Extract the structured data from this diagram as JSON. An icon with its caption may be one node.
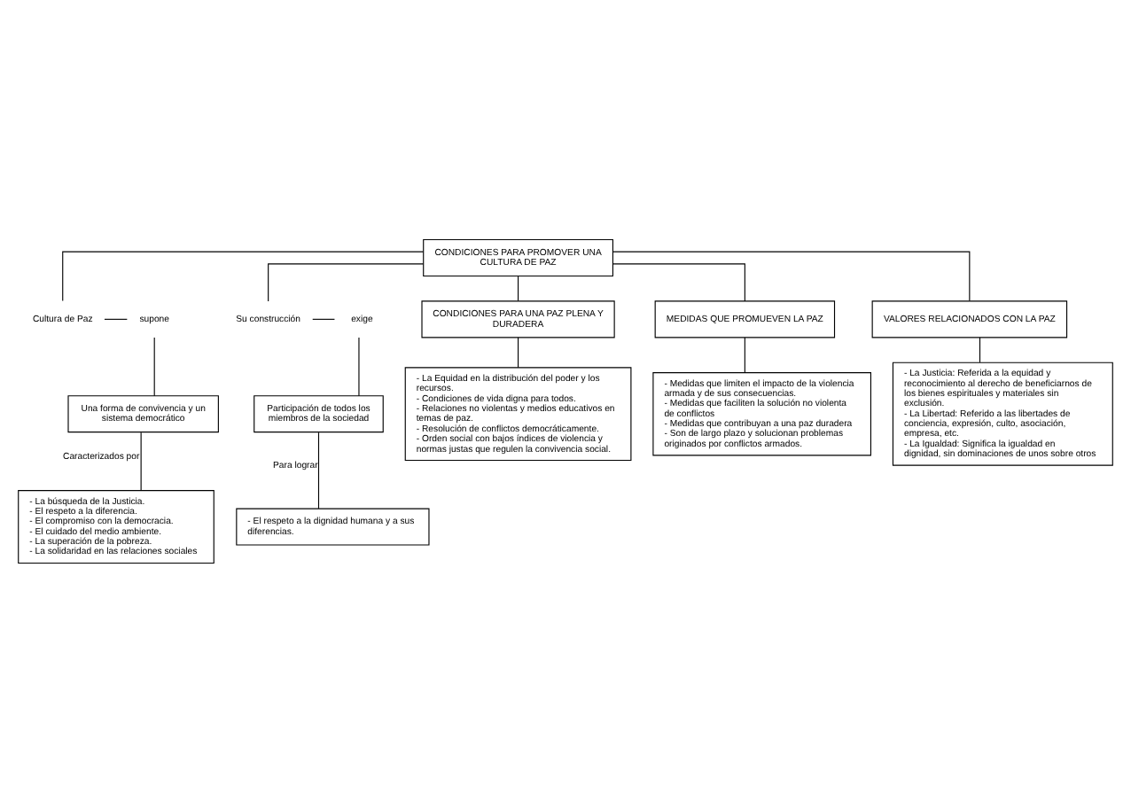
{
  "diagram": {
    "nodes": [
      {
        "text": [
          "CONDICIONES PARA PROMOVER UNA CULTURA DE PAZ"
        ]
      },
      {
        "text": [
          "Cultura de Paz"
        ]
      },
      {
        "text": [
          "supone"
        ]
      },
      {
        "text": [
          "Una forma de convivencia y un sistema democrático"
        ]
      },
      {
        "text": [
          "- La búsqueda de la Justicia.",
          "- El respeto a la diferencia.",
          "- El compromiso con la democracia.",
          "- El cuidado del medio ambiente.",
          "- La superación de la pobreza.",
          "- La solidaridad en las relaciones sociales"
        ]
      },
      {
        "text": [
          "Su construcción"
        ]
      },
      {
        "text": [
          "exige"
        ]
      },
      {
        "text": [
          "Participación de todos los miembros de la sociedad"
        ]
      },
      {
        "text": [
          "- El respeto a la dignidad humana y a sus diferencias."
        ]
      },
      {
        "text": [
          "VALORES RELACIONADOS CON LA PAZ"
        ]
      },
      {
        "text": [
          "CONDICIONES PARA UNA PAZ PLENA Y DURADERA"
        ]
      },
      {
        "text": [
          "MEDIDAS QUE PROMUEVEN LA PAZ"
        ]
      },
      {
        "text": [
          "- La Justicia: Referida a la equidad y reconocimiento al derecho de beneficiarnos de los bienes espirituales y materiales sin exclusión.",
          "- La Libertad: Referido a las libertades de conciencia, expresión, culto, asociación, empresa, etc.",
          "- La Igualdad: Significa la igualdad en dignidad, sin dominaciones de unos sobre otros"
        ]
      },
      {
        "text": [
          "- La Equidad en la distribución del poder y los recursos.",
          "- Condiciones de vida digna para todos.",
          "- Relaciones no violentas y medios educativos en temas de paz.",
          "- Resolución de conflictos democráticamente.",
          "- Orden social con bajos índices de violencia y normas justas que regulen la convivencia social."
        ]
      },
      {
        "text": [
          "- Medidas que limiten el impacto de la violencia armada y de sus consecuencias.",
          "- Medidas que faciliten la solución no violenta de conflictos",
          "- Medidas que contribuyan a una paz duradera",
          "- Son de largo plazo y solucionan problemas originados por conflictos armados."
        ]
      }
    ],
    "edges": [
      {
        "from": 0,
        "to": 1,
        "arrow": "none"
      },
      {
        "from": 1,
        "to": 2,
        "arrow": "none"
      },
      {
        "from": 2,
        "to": 3,
        "arrow": "none"
      },
      {
        "from": 3,
        "to": 4,
        "arrow": "none",
        "label": "Caracterizados por"
      },
      {
        "from": 0,
        "to": 5,
        "arrow": "none"
      },
      {
        "from": 5,
        "to": 6,
        "arrow": "none"
      },
      {
        "from": 6,
        "to": 7,
        "arrow": "none"
      },
      {
        "from": 7,
        "to": 8,
        "arrow": "none",
        "label": "Para lograr"
      },
      {
        "from": 0,
        "to": 9,
        "arrow": "none"
      },
      {
        "from": 0,
        "to": 10,
        "arrow": "none"
      },
      {
        "from": 0,
        "to": 11,
        "arrow": "none"
      },
      {
        "from": 9,
        "to": 12,
        "arrow": "none"
      },
      {
        "from": 10,
        "to": 13,
        "arrow": "none"
      },
      {
        "from": 11,
        "to": 14,
        "arrow": "none"
      }
    ]
  }
}
